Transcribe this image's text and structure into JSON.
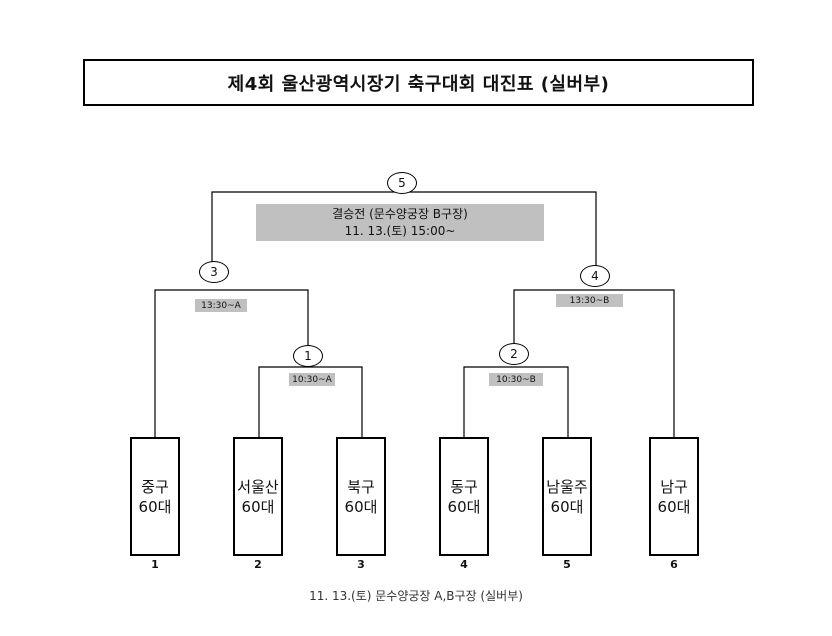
{
  "title": "제4회 울산광역시장기 축구대회 대진표 (실버부)",
  "final": {
    "number": "5",
    "label": "결승전 (문수양궁장 B구장)",
    "time": "11. 13.(토) 15:00~"
  },
  "matches": [
    {
      "number": "3",
      "time": "13:30~A"
    },
    {
      "number": "4",
      "time": "13:30~B"
    },
    {
      "number": "1",
      "time": "10:30~A"
    },
    {
      "number": "2",
      "time": "10:30~B"
    }
  ],
  "teams": [
    {
      "line1": "중구",
      "line2": "60대",
      "seed": "1"
    },
    {
      "line1": "서울산",
      "line2": "60대",
      "seed": "2"
    },
    {
      "line1": "북구",
      "line2": "60대",
      "seed": "3"
    },
    {
      "line1": "동구",
      "line2": "60대",
      "seed": "4"
    },
    {
      "line1": "남울주",
      "line2": "60대",
      "seed": "5"
    },
    {
      "line1": "남구",
      "line2": "60대",
      "seed": "6"
    }
  ],
  "footer": "11. 13.(토) 문수양궁장 A,B구장 (실버부)"
}
